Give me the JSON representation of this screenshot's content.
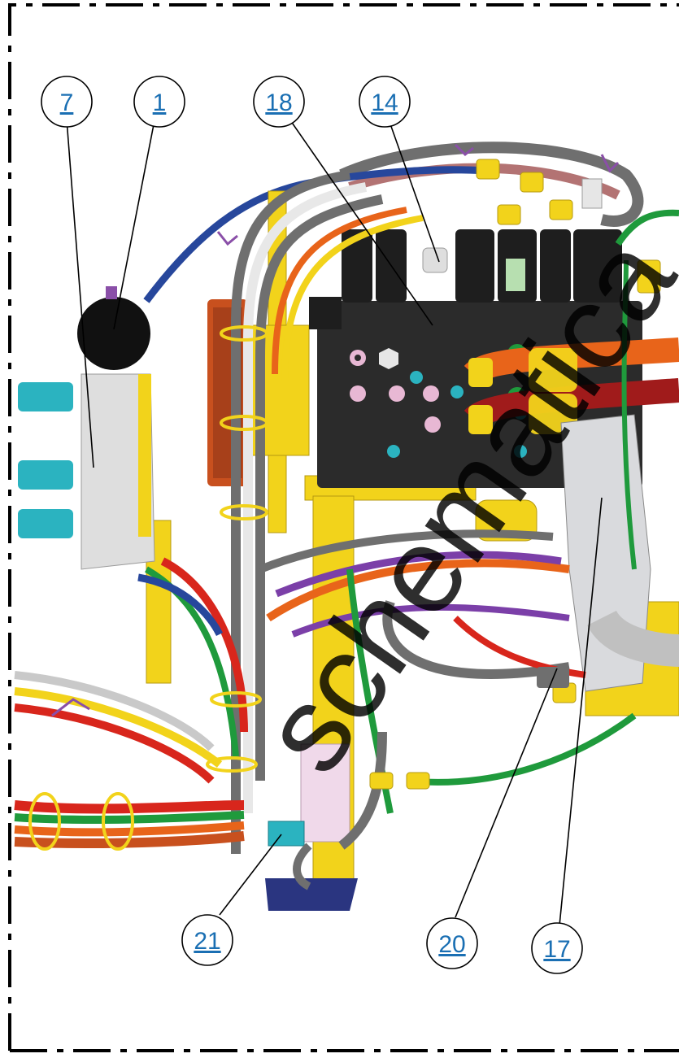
{
  "watermark": "schematica",
  "callouts": [
    {
      "id": "7",
      "label": "7"
    },
    {
      "id": "1",
      "label": "1"
    },
    {
      "id": "18",
      "label": "18"
    },
    {
      "id": "14",
      "label": "14"
    },
    {
      "id": "21",
      "label": "21"
    },
    {
      "id": "20",
      "label": "20"
    },
    {
      "id": "17",
      "label": "17"
    }
  ],
  "colors": {
    "border": "#000000",
    "callout_text": "#1a6fb3",
    "manifold": "#2b2b2b",
    "frame_yellow": "#f2d31b",
    "hose_gray": "#6f6f6f",
    "hose_white": "#e8e8e8",
    "hose_red": "#d8261c",
    "hose_orange": "#e8641a",
    "hose_green": "#1f9a3c",
    "hose_blue": "#27479c",
    "hose_purple": "#7b3fa8",
    "fitting_teal": "#2bb3c0",
    "port_pink": "#e8b8d4",
    "mount_navy": "#2a3580"
  }
}
